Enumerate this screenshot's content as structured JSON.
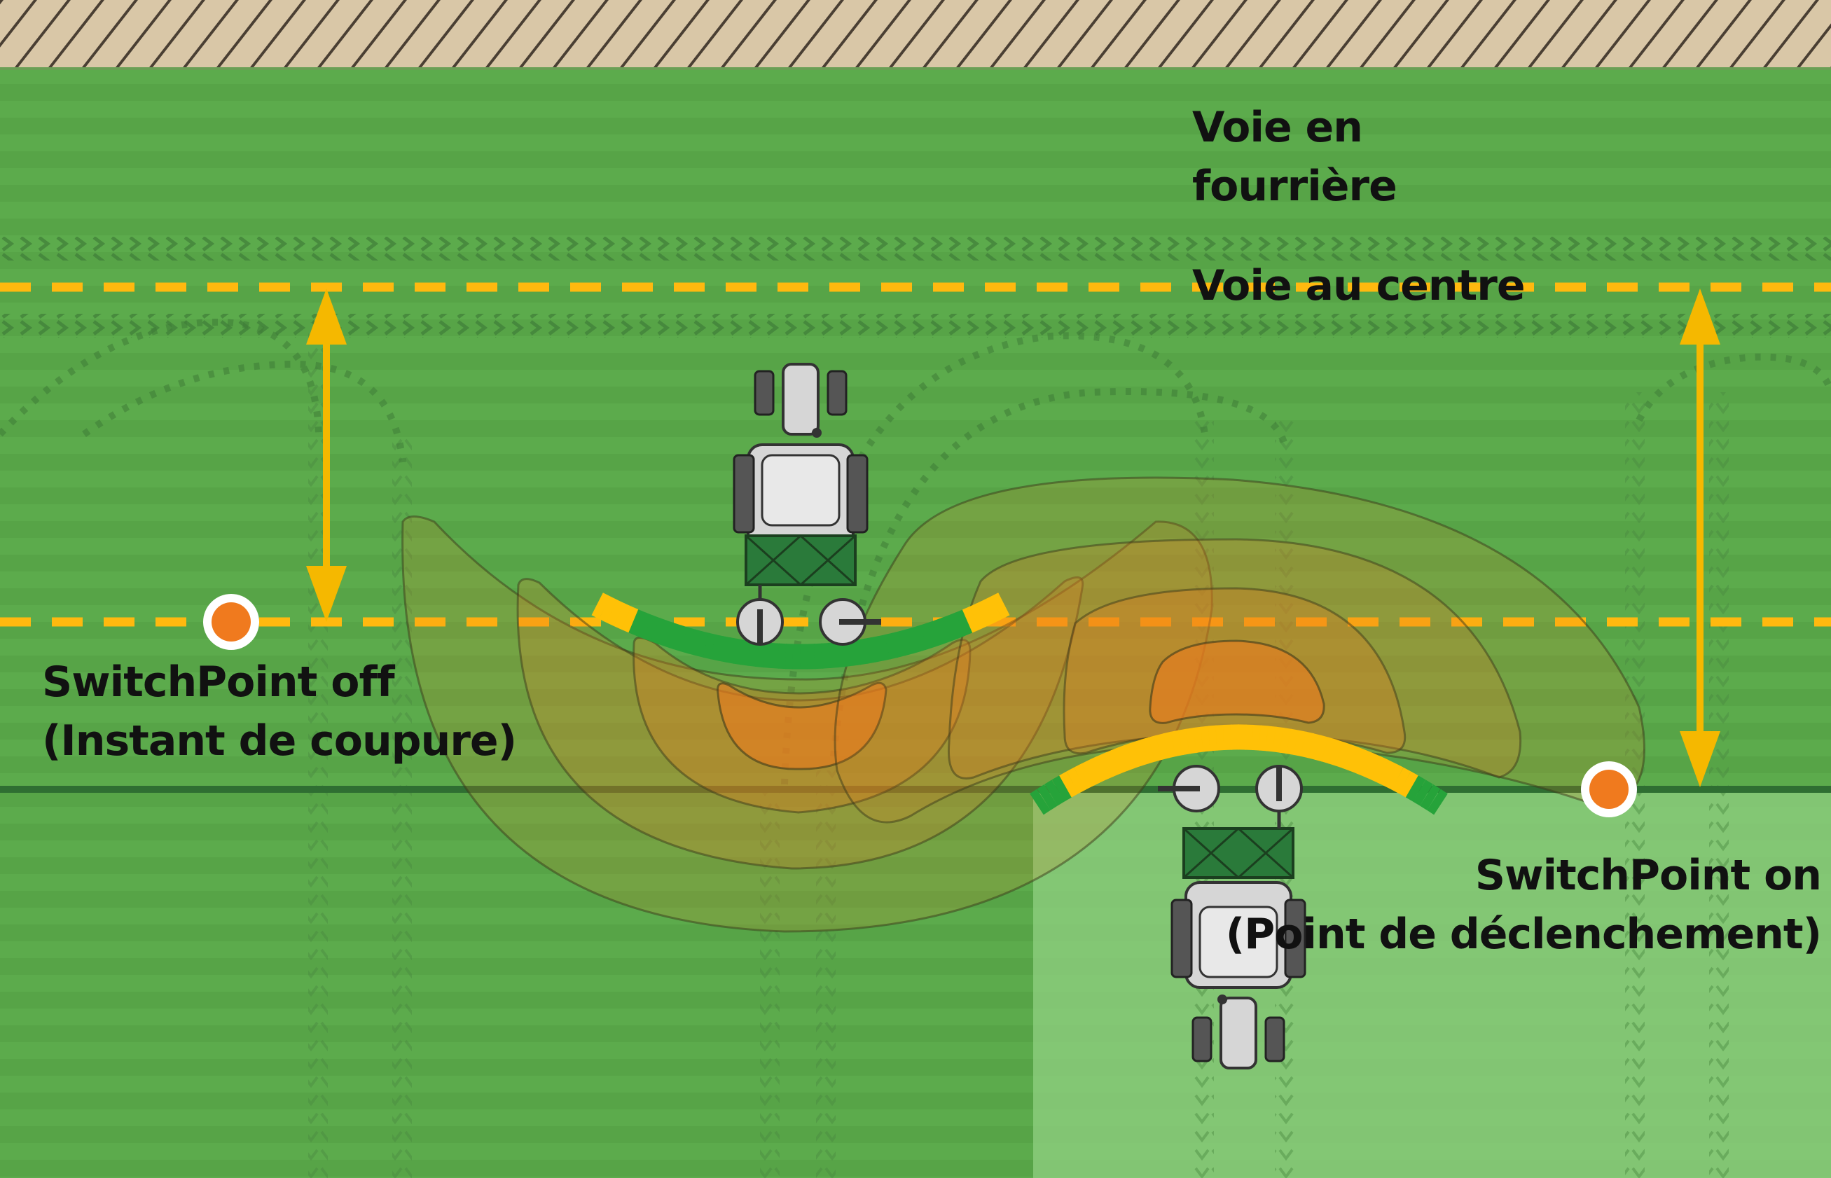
{
  "labels": {
    "headland_track_line1": "Voie en",
    "headland_track_line2": "fourrière",
    "center_track": "Voie au centre",
    "switch_off_line1": "SwitchPoint off",
    "switch_off_line2": "(Instant de coupure)",
    "switch_on_line1": "SwitchPoint on",
    "switch_on_line2": "(Point de déclenchement)"
  },
  "colors": {
    "field": "#5aa84a",
    "field_treated": "#86c877",
    "border_hatch": "#d9c7a7",
    "dashed_line": "#ffb90f",
    "arrow": "#f5b800",
    "switch_point": "#f07a1e",
    "spread_zone": "#f07a1e",
    "boom_on": "#ffc107",
    "boom_off": "#26a33a",
    "machine_green": "#2a7a3a",
    "tractor_grey": "#d6d6d6"
  },
  "icons": {
    "switch_point": "orange-dot-icon",
    "measure": "double-arrow-icon",
    "tractor": "tractor-icon",
    "spreader": "fertilizer-spreader-icon"
  }
}
